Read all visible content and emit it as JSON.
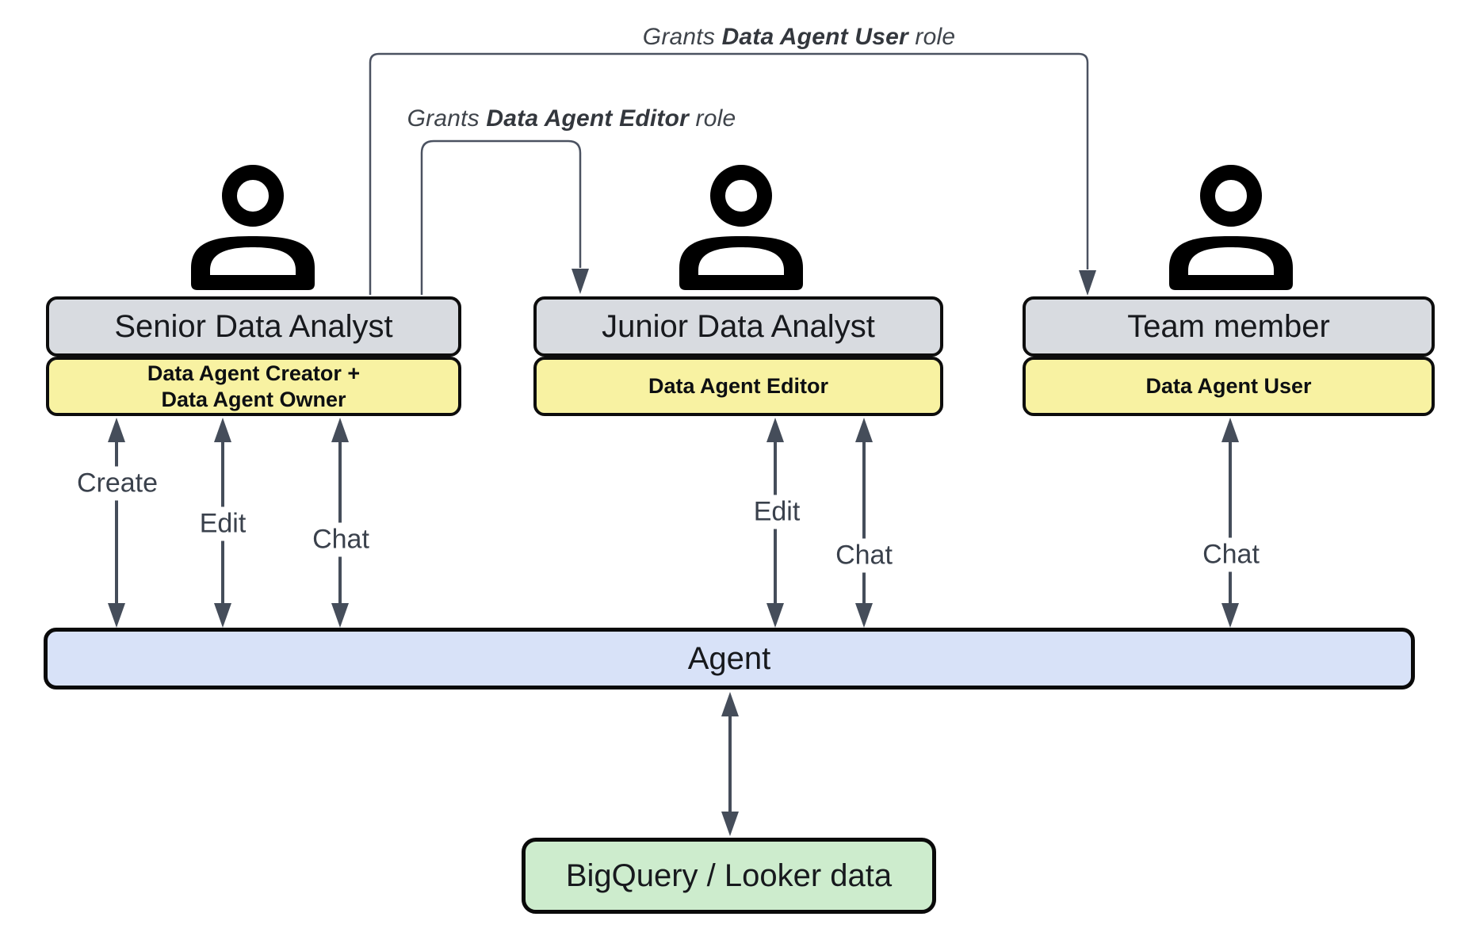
{
  "diagram": {
    "grant_arrows": [
      {
        "prefix": "Grants ",
        "role": "Data Agent User",
        "suffix": " role"
      },
      {
        "prefix": "Grants ",
        "role": "Data Agent Editor",
        "suffix": " role"
      }
    ],
    "actors": [
      {
        "title": "Senior Data Analyst",
        "badge_lines": [
          "Data Agent Creator +",
          "Data Agent Owner"
        ]
      },
      {
        "title": "Junior Data Analyst",
        "badge_lines": [
          "Data Agent Editor"
        ]
      },
      {
        "title": "Team member",
        "badge_lines": [
          "Data Agent User"
        ]
      }
    ],
    "action_labels": [
      {
        "text": "Create"
      },
      {
        "text": "Edit"
      },
      {
        "text": "Chat"
      },
      {
        "text": "Edit"
      },
      {
        "text": "Chat"
      },
      {
        "text": "Chat"
      }
    ],
    "agent": {
      "label": "Agent"
    },
    "datasource": {
      "label": "BigQuery / Looker data"
    },
    "colors": {
      "actor_box_fill": "#d8dbe0",
      "role_badge_fill": "#f8f2a2",
      "agent_fill": "#d8e2f8",
      "datasource_fill": "#cdeccd",
      "box_border": "#0d0d0d",
      "connector": "#454d5a",
      "grant_line": "#4b5261",
      "label_text": "#3a414c"
    }
  }
}
